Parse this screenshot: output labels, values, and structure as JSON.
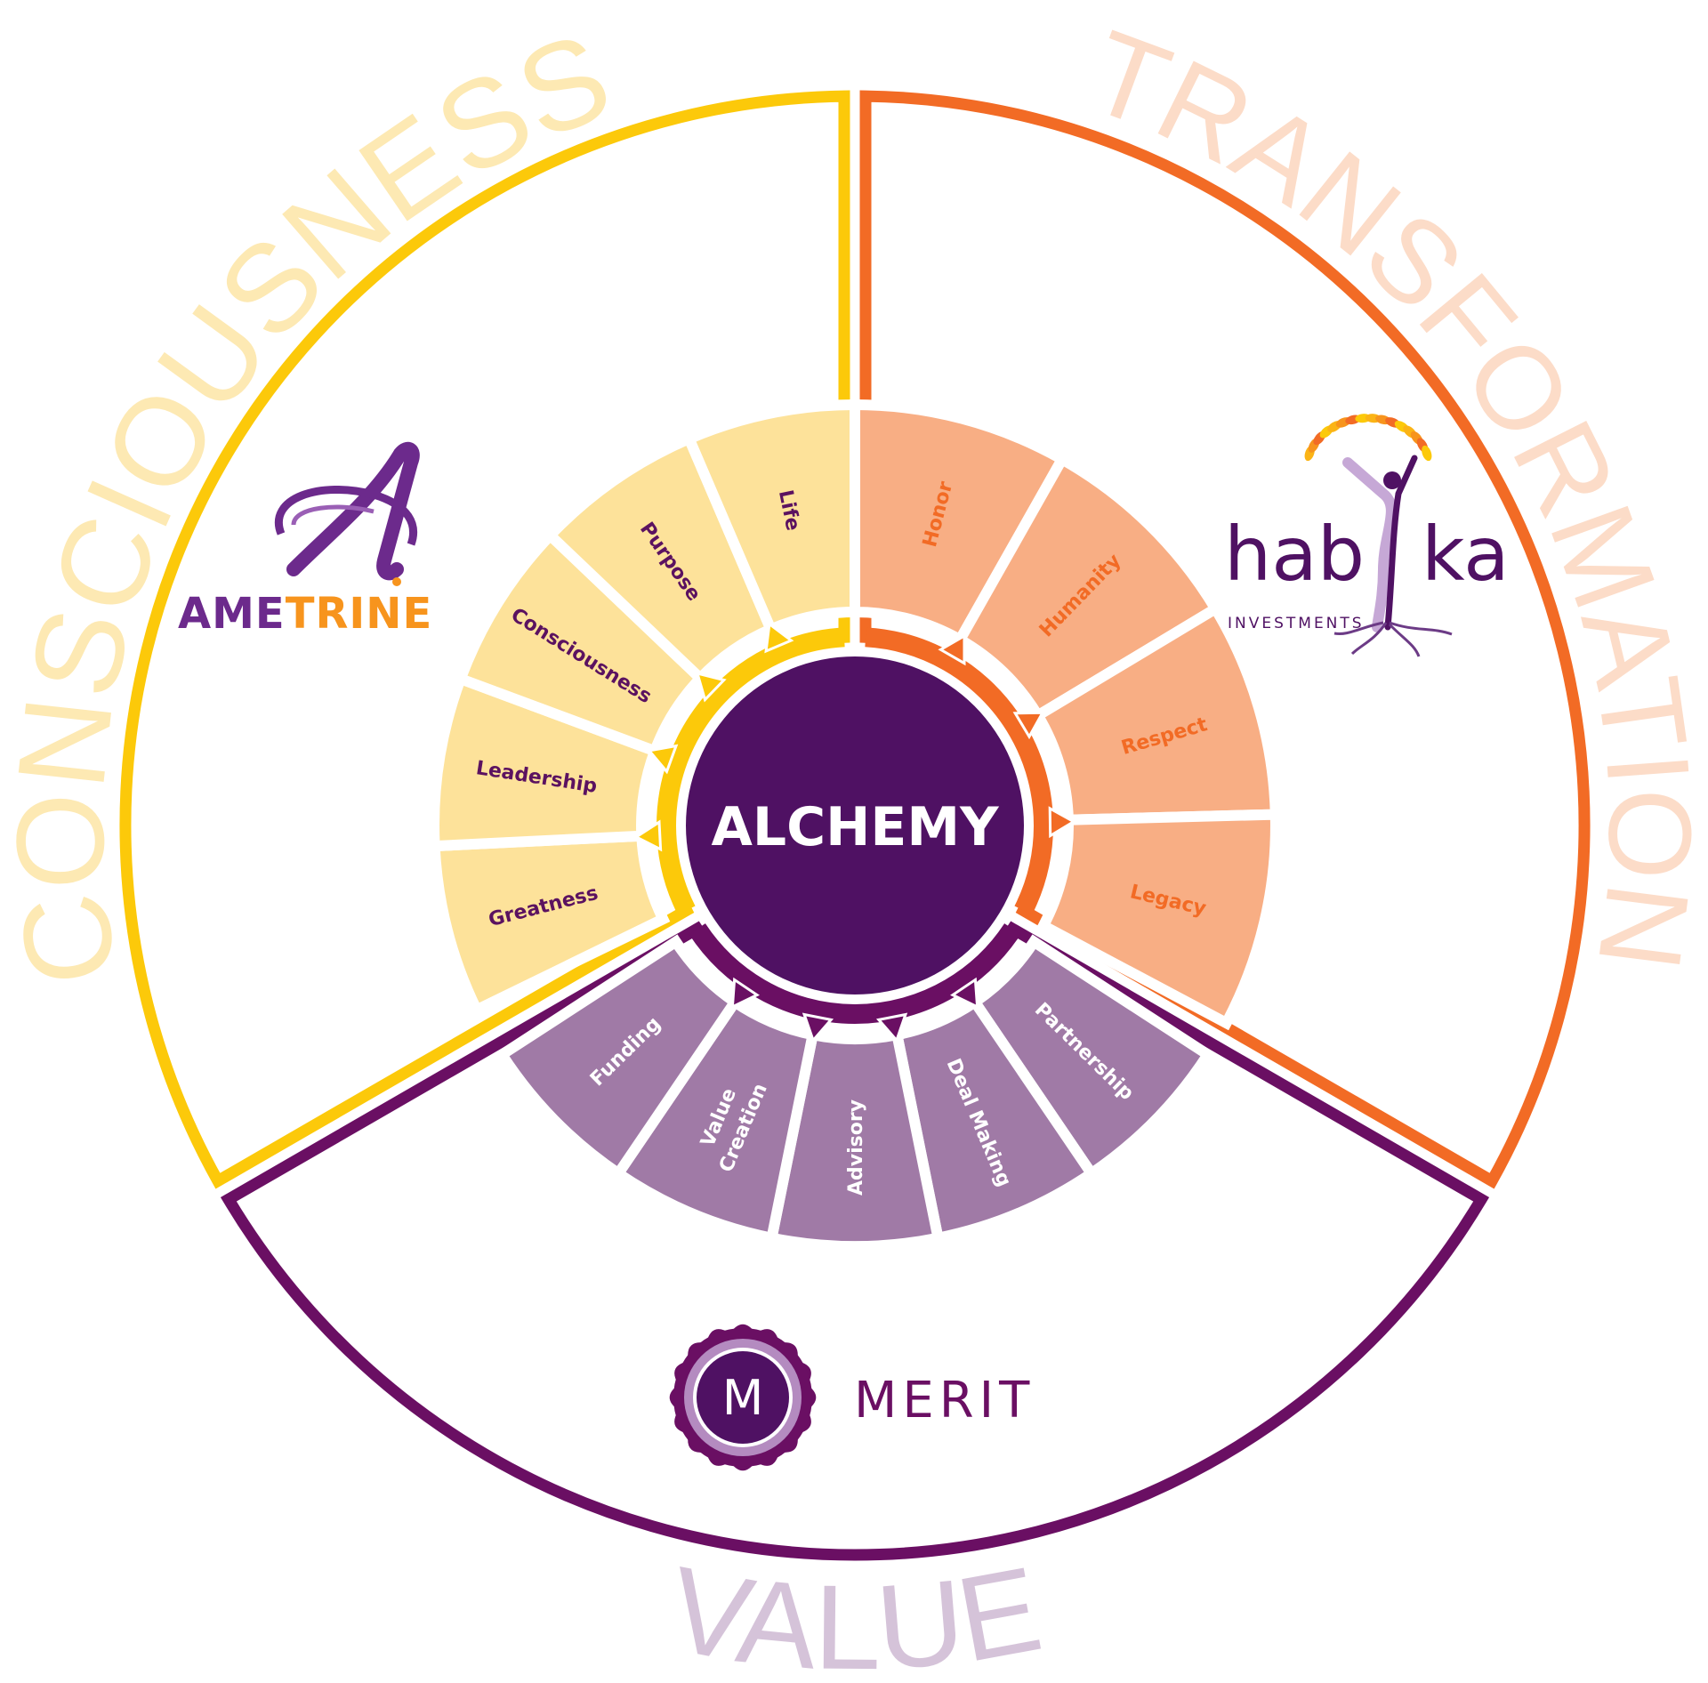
{
  "center": {
    "title": "ALCHEMY",
    "color": "#4f1163"
  },
  "segments": [
    {
      "id": "consciousness",
      "heading": "CONSCIOUSNESS",
      "border_color": "#fcc90a",
      "wedge_color": "#fde29a",
      "label_color": "#5b1260",
      "heading_color": "#fde9b3",
      "items": [
        {
          "lines": [
            "Greatness"
          ]
        },
        {
          "lines": [
            "Leadership"
          ]
        },
        {
          "lines": [
            "Consciousness"
          ]
        },
        {
          "lines": [
            "Purpose"
          ]
        },
        {
          "lines": [
            "Life"
          ]
        }
      ]
    },
    {
      "id": "transformation",
      "heading": "TRANSFORMATION",
      "border_color": "#f26b25",
      "wedge_color": "#f8ae84",
      "label_color": "#f26b25",
      "heading_color": "#fcdcc8",
      "items": [
        {
          "lines": [
            "Honor"
          ]
        },
        {
          "lines": [
            "Humanity"
          ]
        },
        {
          "lines": [
            "Respect"
          ]
        },
        {
          "lines": [
            "Legacy"
          ]
        }
      ]
    },
    {
      "id": "value",
      "heading": "VALUE",
      "border_color": "#6a0f63",
      "wedge_color": "#a07aa6",
      "label_color": "#ffffff",
      "heading_color": "#d5c3d9",
      "items": [
        {
          "lines": [
            "Partnership"
          ]
        },
        {
          "lines": [
            "Deal Making"
          ]
        },
        {
          "lines": [
            "Advisory"
          ]
        },
        {
          "lines": [
            "Value",
            "Creation"
          ]
        },
        {
          "lines": [
            "Funding"
          ]
        }
      ]
    }
  ],
  "logos": {
    "ametrine": {
      "part1": "AME",
      "part2": "TRINE"
    },
    "habika": {
      "left": "hab",
      "right": "ka",
      "subtitle": "INVESTMENTS"
    },
    "merit": {
      "name": "MERIT",
      "emblem_letter": "M"
    }
  }
}
